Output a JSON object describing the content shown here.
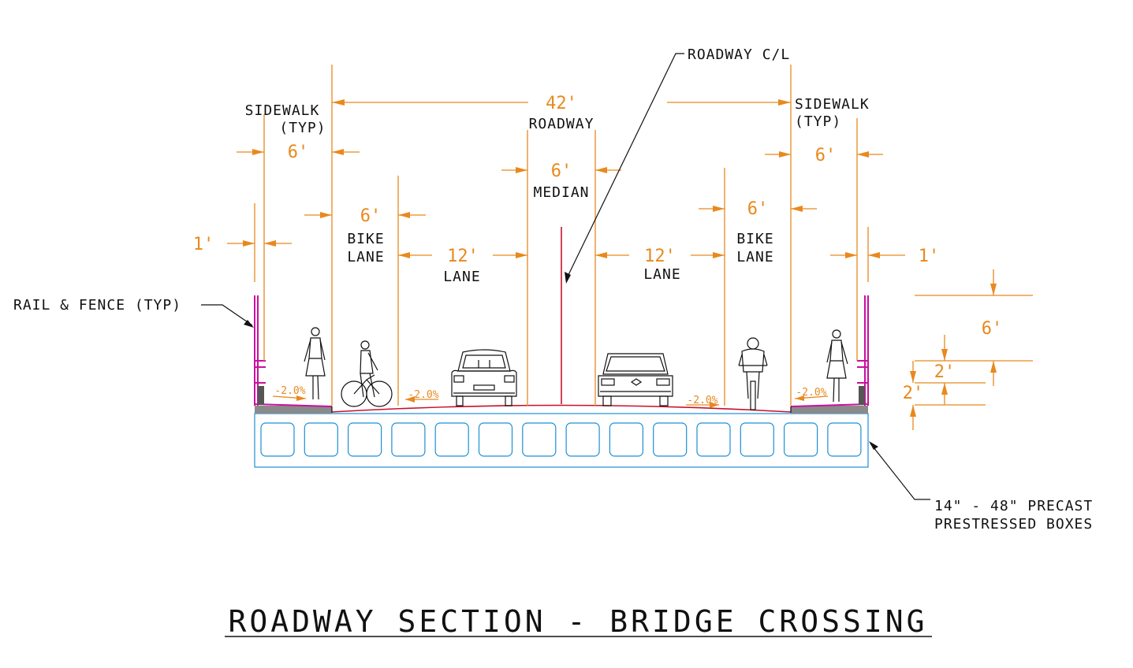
{
  "title": "ROADWAY SECTION - BRIDGE CROSSING",
  "labels": {
    "roadway_cl": "ROADWAY C/L",
    "sidewalk_left_1": "SIDEWALK",
    "sidewalk_left_2": "(TYP)",
    "sidewalk_right_1": "SIDEWALK",
    "sidewalk_right_2": "(TYP)",
    "roadway": "ROADWAY",
    "median": "MEDIAN",
    "bike_lane_left_1": "BIKE",
    "bike_lane_left_2": "LANE",
    "bike_lane_right_1": "BIKE",
    "bike_lane_right_2": "LANE",
    "lane_left": "LANE",
    "lane_right": "LANE",
    "rail_fence": "RAIL & FENCE (TYP)",
    "precast_1": "14\" - 48\" PRECAST",
    "precast_2": "PRESTRESSED BOXES"
  },
  "dimensions": {
    "roadway_width": "42'",
    "sidewalk_left": "6'",
    "sidewalk_right": "6'",
    "median_width": "6'",
    "bike_left": "6'",
    "bike_right": "6'",
    "lane_left": "12'",
    "lane_right": "12'",
    "offset_left": "1'",
    "offset_right": "1'",
    "fence_height": "6'",
    "rail_upper": "2'",
    "rail_lower": "2'"
  },
  "slopes": {
    "sidewalk_left": "-2.0%",
    "bike_left": "-2.0%",
    "bike_right": "-2.0%",
    "sidewalk_right": "-2.0%"
  },
  "colors": {
    "dimension": "#e8891e",
    "box_girder": "#1c8fd6",
    "rail": "#c8109f",
    "centerline": "#c8102e",
    "text": "#111111"
  }
}
